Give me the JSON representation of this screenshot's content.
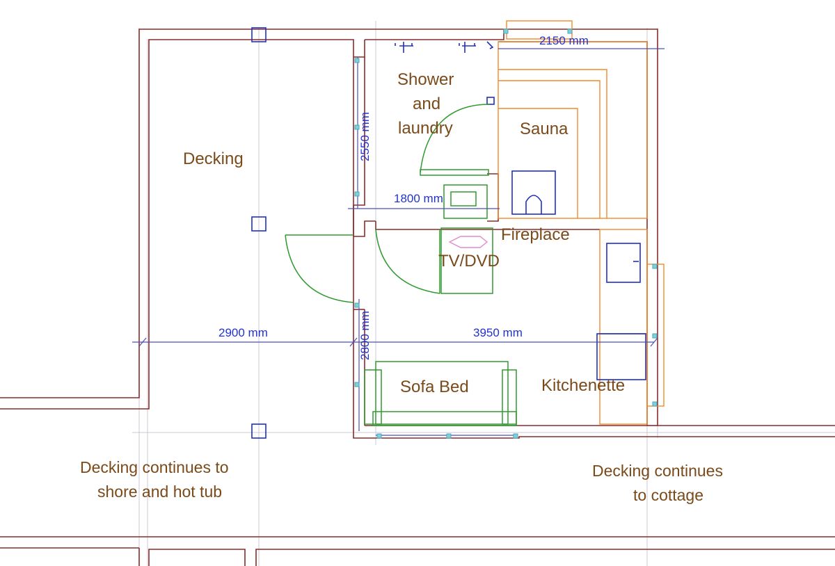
{
  "rooms": {
    "decking": "Decking",
    "shower_line1": "Shower",
    "shower_line2": "and",
    "shower_line3": "laundry",
    "sauna": "Sauna",
    "fireplace": "Fireplace",
    "tv": "TV/DVD",
    "sofa": "Sofa Bed",
    "kitchenette": "Kitchenette"
  },
  "notes": {
    "shore_line1": "Decking continues to",
    "shore_line2": "shore and hot tub",
    "cottage_line1": "Decking continues",
    "cottage_line2": "to cottage"
  },
  "dimensions": {
    "top_right": "2150 mm",
    "shower_height": "2550 mm",
    "shower_width": "1800 mm",
    "deck_width": "2900 mm",
    "main_width": "3950 mm",
    "main_height": "2800 mm"
  },
  "colors": {
    "wall": "#8a2b2b",
    "label": "#7a4a1a",
    "dimension": "#2233cc",
    "furniture": "#2f9a2f",
    "sauna": "#ef8a2a"
  }
}
